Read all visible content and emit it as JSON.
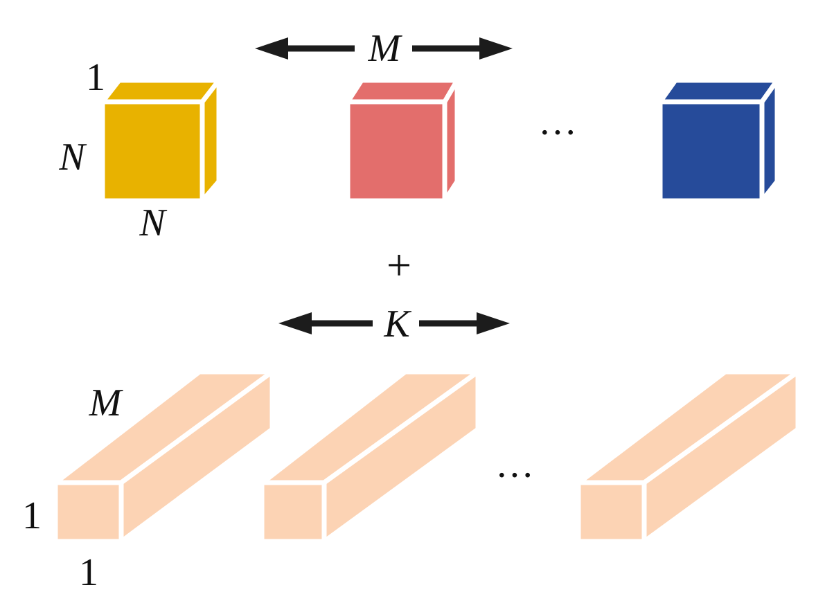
{
  "top_row": {
    "span_label": "M",
    "cube_labels": {
      "depth": "1",
      "height": "N",
      "width": "N"
    },
    "ellipsis": "···",
    "cubes": [
      {
        "name": "cube-yellow",
        "color": "#E8B200"
      },
      {
        "name": "cube-red",
        "color": "#E36E6C"
      },
      {
        "name": "cube-blue",
        "color": "#264B9A"
      }
    ]
  },
  "operator": "+",
  "bottom_row": {
    "span_label": "K",
    "bar_labels": {
      "depth": "M",
      "height": "1",
      "width": "1"
    },
    "ellipsis": "···",
    "bar_color": "#FCD3B4",
    "bar_count_shown": 3
  }
}
